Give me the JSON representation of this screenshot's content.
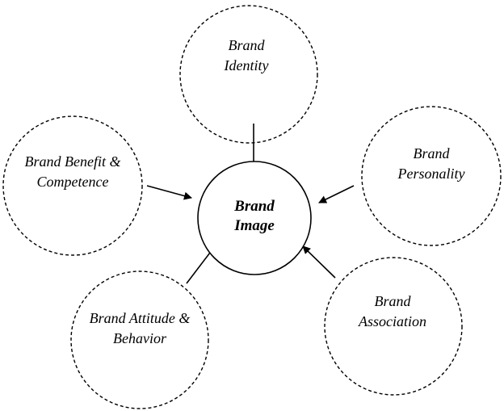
{
  "diagram": {
    "center": {
      "line1": "Brand",
      "line2": "Image"
    },
    "identity": {
      "line1": "Brand",
      "line2": "Identity"
    },
    "personality": {
      "line1": "Brand",
      "line2": "Personality"
    },
    "association": {
      "line1": "Brand",
      "line2": "Association"
    },
    "attitude": {
      "line1": "Brand Attitude &",
      "line2": "Behavior"
    },
    "benefit": {
      "line1": "Brand Benefit &",
      "line2": "Competence"
    }
  },
  "colors": {
    "stroke": "#000000",
    "background": "#ffffff"
  }
}
